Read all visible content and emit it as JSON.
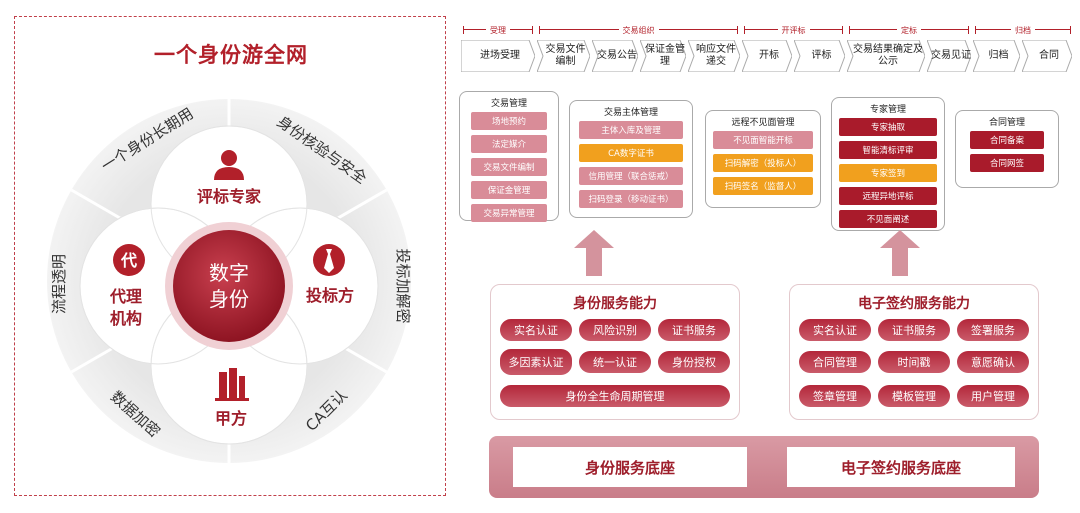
{
  "left": {
    "title": "一个身份游全网",
    "center": [
      "数字",
      "身份"
    ],
    "petals": {
      "top": "评标专家",
      "left_glyph": "代",
      "left": [
        "代理",
        "机构"
      ],
      "right": "投标方",
      "bottom": "甲方"
    },
    "ring": [
      "一个身份长期用",
      "身份核验与安全",
      "投标加解密",
      "CA互认",
      "数据加密",
      "流程透明"
    ]
  },
  "process": {
    "phases": [
      "受理",
      "交易组织",
      "开评标",
      "定标",
      "归档"
    ],
    "steps": [
      "进场受理",
      "交易文件编制",
      "交易公告",
      "保证金管理",
      "响应文件递交",
      "开标",
      "评标",
      "交易结果确定及公示",
      "交易见证",
      "归档",
      "合同"
    ]
  },
  "modules": [
    {
      "title": "交易管理",
      "items": [
        {
          "label": "场地预约",
          "style": "pink"
        },
        {
          "label": "法定媒介",
          "style": "pink"
        },
        {
          "label": "交易文件编制",
          "style": "pink"
        },
        {
          "label": "保证金管理",
          "style": "pink"
        },
        {
          "label": "交易异常管理",
          "style": "pink"
        }
      ]
    },
    {
      "title": "交易主体管理",
      "items": [
        {
          "label": "主体入库及管理",
          "style": "pink"
        },
        {
          "label": "CA数字证书",
          "style": "orange"
        },
        {
          "label": "信用管理（联合惩戒）",
          "style": "pink"
        },
        {
          "label": "扫码登录（移动证书）",
          "style": "pink"
        }
      ]
    },
    {
      "title": "远程不见面管理",
      "items": [
        {
          "label": "不见面智能开标",
          "style": "pink"
        },
        {
          "label": "扫码解密（投标人）",
          "style": "orange"
        },
        {
          "label": "扫码签名（监督人）",
          "style": "orange"
        }
      ]
    },
    {
      "title": "专家管理",
      "items": [
        {
          "label": "专家抽取",
          "style": "red"
        },
        {
          "label": "智能清标评审",
          "style": "red"
        },
        {
          "label": "专家签到",
          "style": "orange"
        },
        {
          "label": "远程异地评标",
          "style": "red"
        },
        {
          "label": "不见面阐述",
          "style": "red"
        }
      ]
    },
    {
      "title": "合同管理",
      "items": [
        {
          "label": "合同备案",
          "style": "red"
        },
        {
          "label": "合同网签",
          "style": "red"
        }
      ]
    }
  ],
  "capabilities": {
    "identity": {
      "title": "身份服务能力",
      "items": [
        "实名认证",
        "风险识别",
        "证书服务",
        "多因素认证",
        "统一认证",
        "身份授权",
        "身份全生命周期管理"
      ]
    },
    "esign": {
      "title": "电子签约服务能力",
      "items": [
        "实名认证",
        "证书服务",
        "签署服务",
        "合同管理",
        "时间戳",
        "意愿确认",
        "签章管理",
        "模板管理",
        "用户管理"
      ]
    }
  },
  "foundation": {
    "left": "身份服务底座",
    "right": "电子签约服务底座"
  },
  "colors": {
    "accent": "#b2202a",
    "pink": "#d98c98",
    "orange": "#f1a01e"
  }
}
